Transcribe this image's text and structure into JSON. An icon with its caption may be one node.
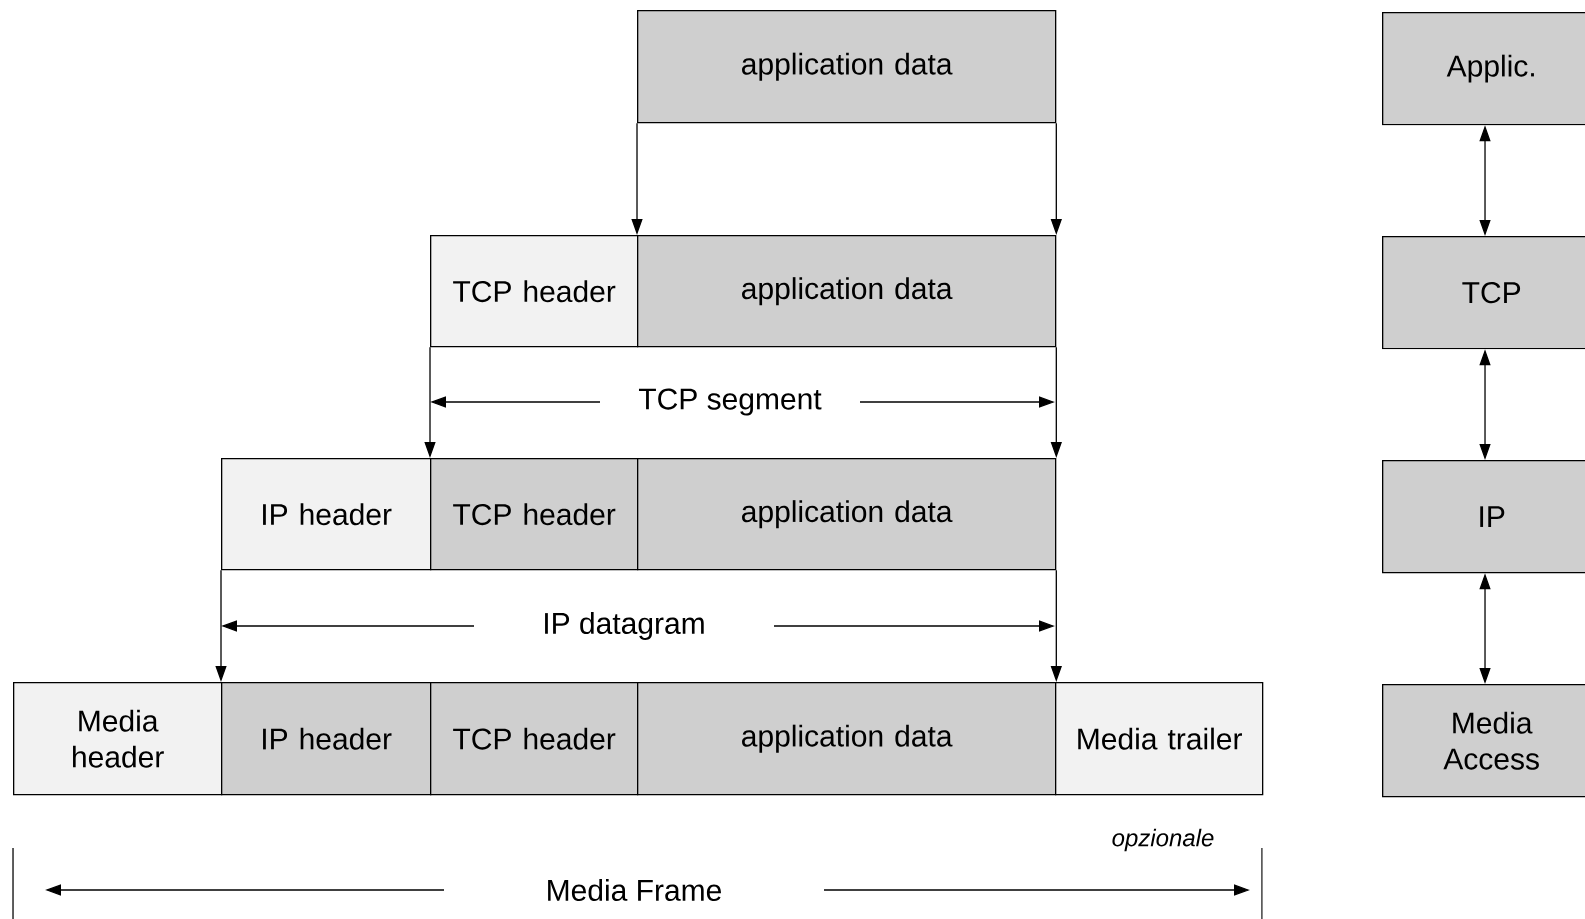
{
  "diagram": {
    "nodes": [
      {
        "text": [
          "application data"
        ]
      },
      {
        "text": [
          "TCP header"
        ]
      },
      {
        "text": [
          "application data"
        ]
      },
      {
        "text": [
          "IP header"
        ]
      },
      {
        "text": [
          "TCP header"
        ]
      },
      {
        "text": [
          "application data"
        ]
      },
      {
        "text": [
          "Media header"
        ]
      },
      {
        "text": [
          "IP header"
        ]
      },
      {
        "text": [
          "TCP header"
        ]
      },
      {
        "text": [
          "application data"
        ]
      },
      {
        "text": [
          "Media trailer"
        ]
      },
      {
        "text": [
          "Applic."
        ]
      },
      {
        "text": [
          "TCP"
        ]
      },
      {
        "text": [
          "IP"
        ]
      },
      {
        "text": [
          "Media Access"
        ]
      }
    ],
    "edges": [
      {
        "from": 0,
        "to": 2,
        "arrow": "to"
      },
      {
        "from": 0,
        "to": 2,
        "arrow": "to"
      },
      {
        "from": 1,
        "to": 4,
        "arrow": "to"
      },
      {
        "from": 2,
        "to": 5,
        "arrow": "to"
      },
      {
        "from": 3,
        "to": 7,
        "arrow": "to"
      },
      {
        "from": 5,
        "to": 9,
        "arrow": "to"
      },
      {
        "from": 11,
        "to": 12,
        "arrow": "both"
      },
      {
        "from": 12,
        "to": 13,
        "arrow": "both"
      },
      {
        "from": 13,
        "to": 14,
        "arrow": "both"
      }
    ],
    "labels": [
      "TCP segment",
      "IP datagram",
      "opzionale",
      "Media Frame"
    ]
  }
}
